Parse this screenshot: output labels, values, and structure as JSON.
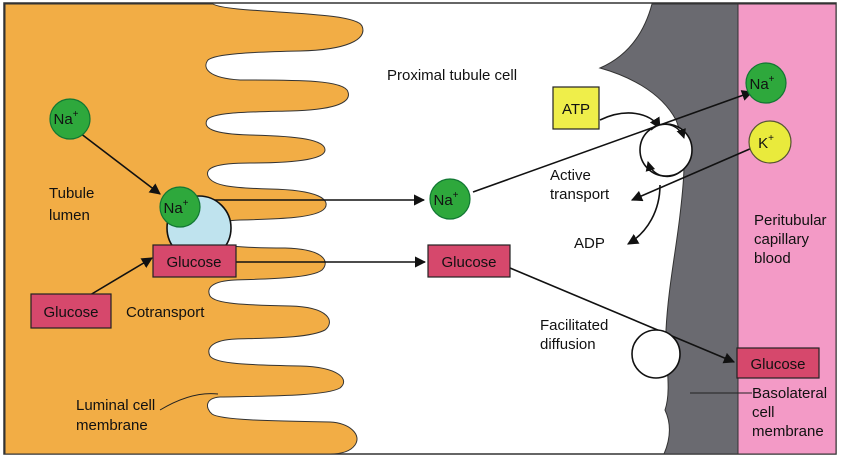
{
  "title": "",
  "regions": {
    "lumen": "Tubule lumen",
    "cell": "Proximal tubule cell",
    "blood": "Peritubular capillary blood",
    "luminal_membrane": "Luminal cell membrane",
    "basolateral_membrane": "Basolateral cell membrane"
  },
  "labels": {
    "cotransport": "Cotransport",
    "active_transport": "Active transport",
    "facilitated_diffusion": "Facilitated diffusion",
    "adp": "ADP"
  },
  "molecules": {
    "atp": "ATP",
    "glucose": "Glucose",
    "na_base": "Na",
    "k_base": "K",
    "charge": "+"
  },
  "colors": {
    "lumen": "#f2ad45",
    "membrane_gray": "#6a6a70",
    "blood": "#f39ac6",
    "sodium": "#2ea83c",
    "potassium": "#e9ea3c",
    "atp": "#efee4a",
    "glucose": "#d6486c",
    "transporter": "#bfe3ee"
  }
}
